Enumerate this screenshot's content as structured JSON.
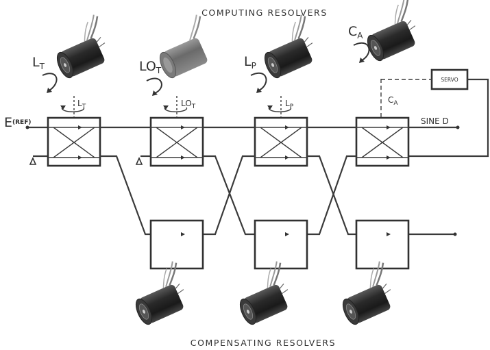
{
  "header": {
    "title": "COMPUTING RESOLVERS"
  },
  "footer": {
    "title": "COMPENSATING RESOLVERS"
  },
  "input": {
    "main": "E",
    "sub": "(REF)"
  },
  "computing_resolvers": [
    {
      "motor_label": "L",
      "motor_sub": "T",
      "shaft_label": "L",
      "shaft_sub": "T"
    },
    {
      "motor_label": "LO",
      "motor_sub": "T",
      "shaft_label": "LO",
      "shaft_sub": "T"
    },
    {
      "motor_label": "L",
      "motor_sub": "P",
      "shaft_label": "L",
      "shaft_sub": "P"
    },
    {
      "motor_label": "C",
      "motor_sub": "A",
      "shaft_label": "C",
      "shaft_sub": "A"
    }
  ],
  "servo": {
    "label": "SERVO"
  },
  "output": {
    "label": "SINE D"
  },
  "colors": {
    "ink": "#2a2a2a",
    "motor_body": "#2b2b2b",
    "motor_light": "#8a8a8a",
    "background": "#ffffff"
  }
}
